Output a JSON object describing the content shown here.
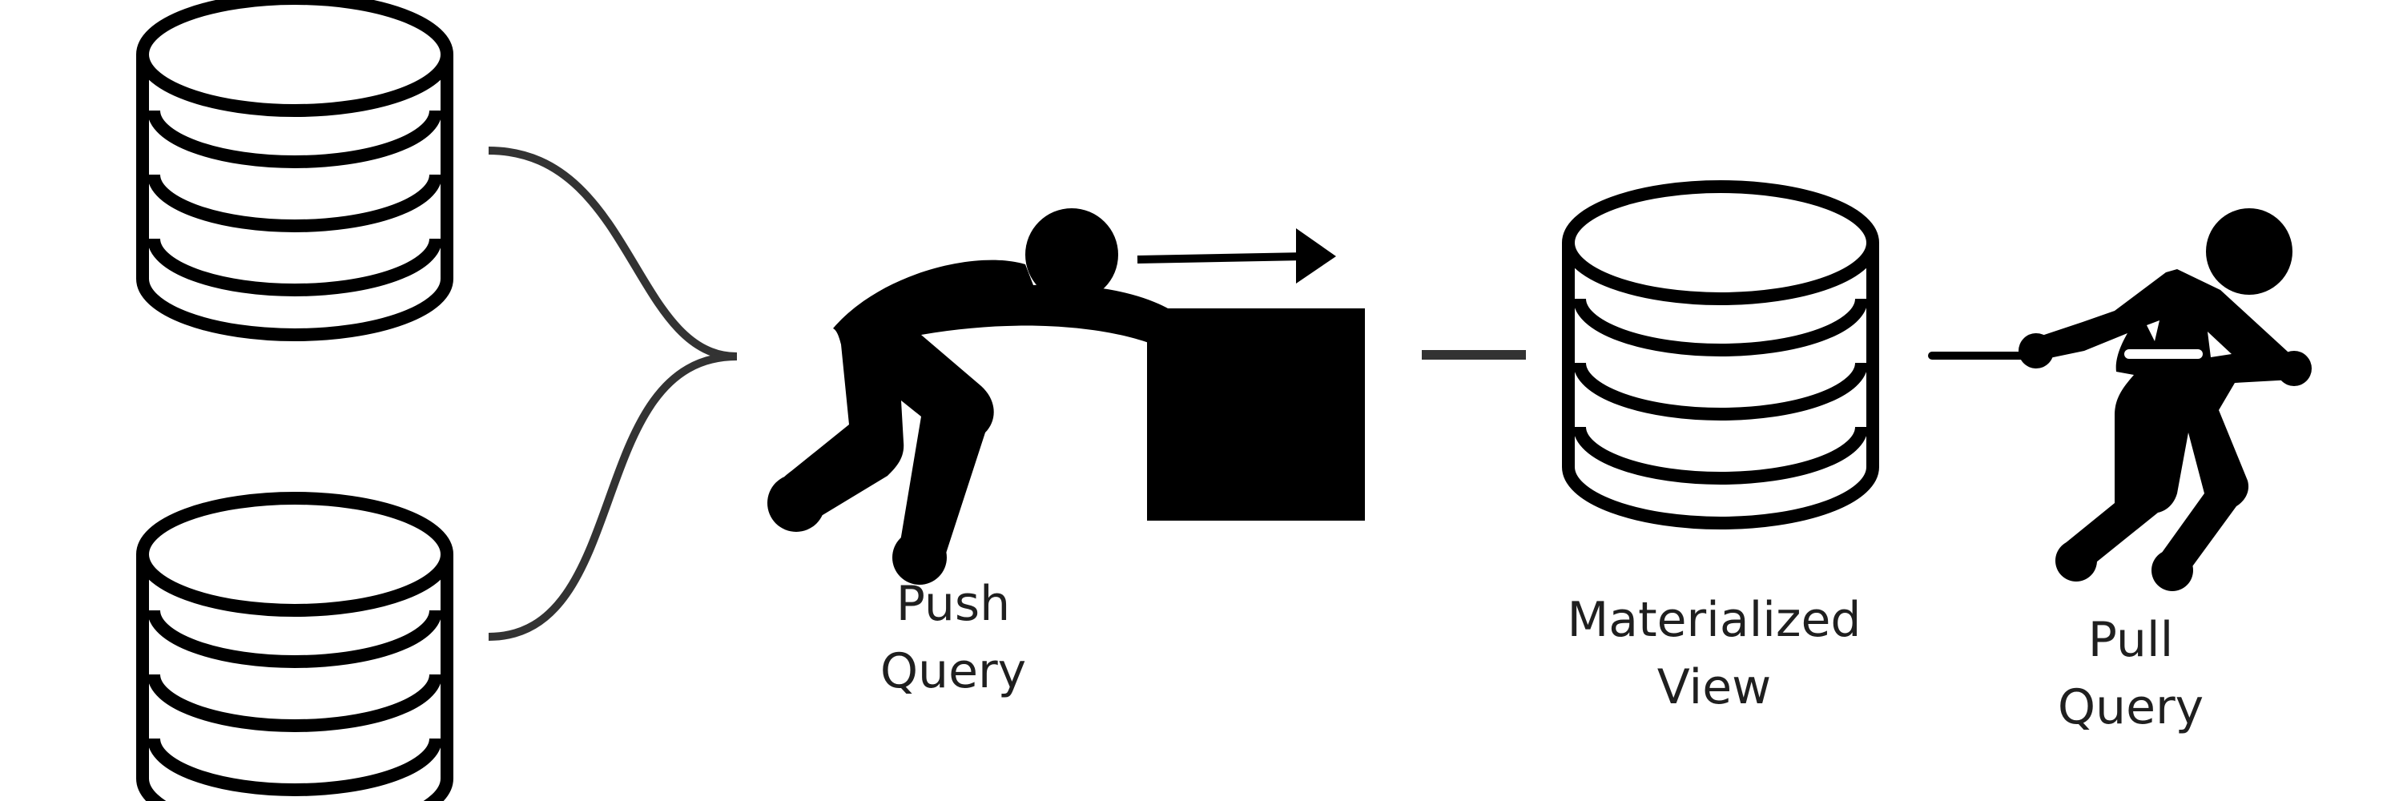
{
  "labels": {
    "push_query": [
      "Push",
      "Query"
    ],
    "materialized_view": [
      "Materialized",
      "View"
    ],
    "pull_query": [
      "Pull",
      "Query"
    ]
  },
  "icons": [
    "database-icon",
    "database-icon",
    "database-icon",
    "pushing-person-icon",
    "box-icon",
    "arrow-right-icon",
    "pulling-person-icon"
  ],
  "colors": {
    "ink": "#000000",
    "connector": "#333333",
    "text": "#1f1f1f",
    "background": "#ffffff"
  }
}
